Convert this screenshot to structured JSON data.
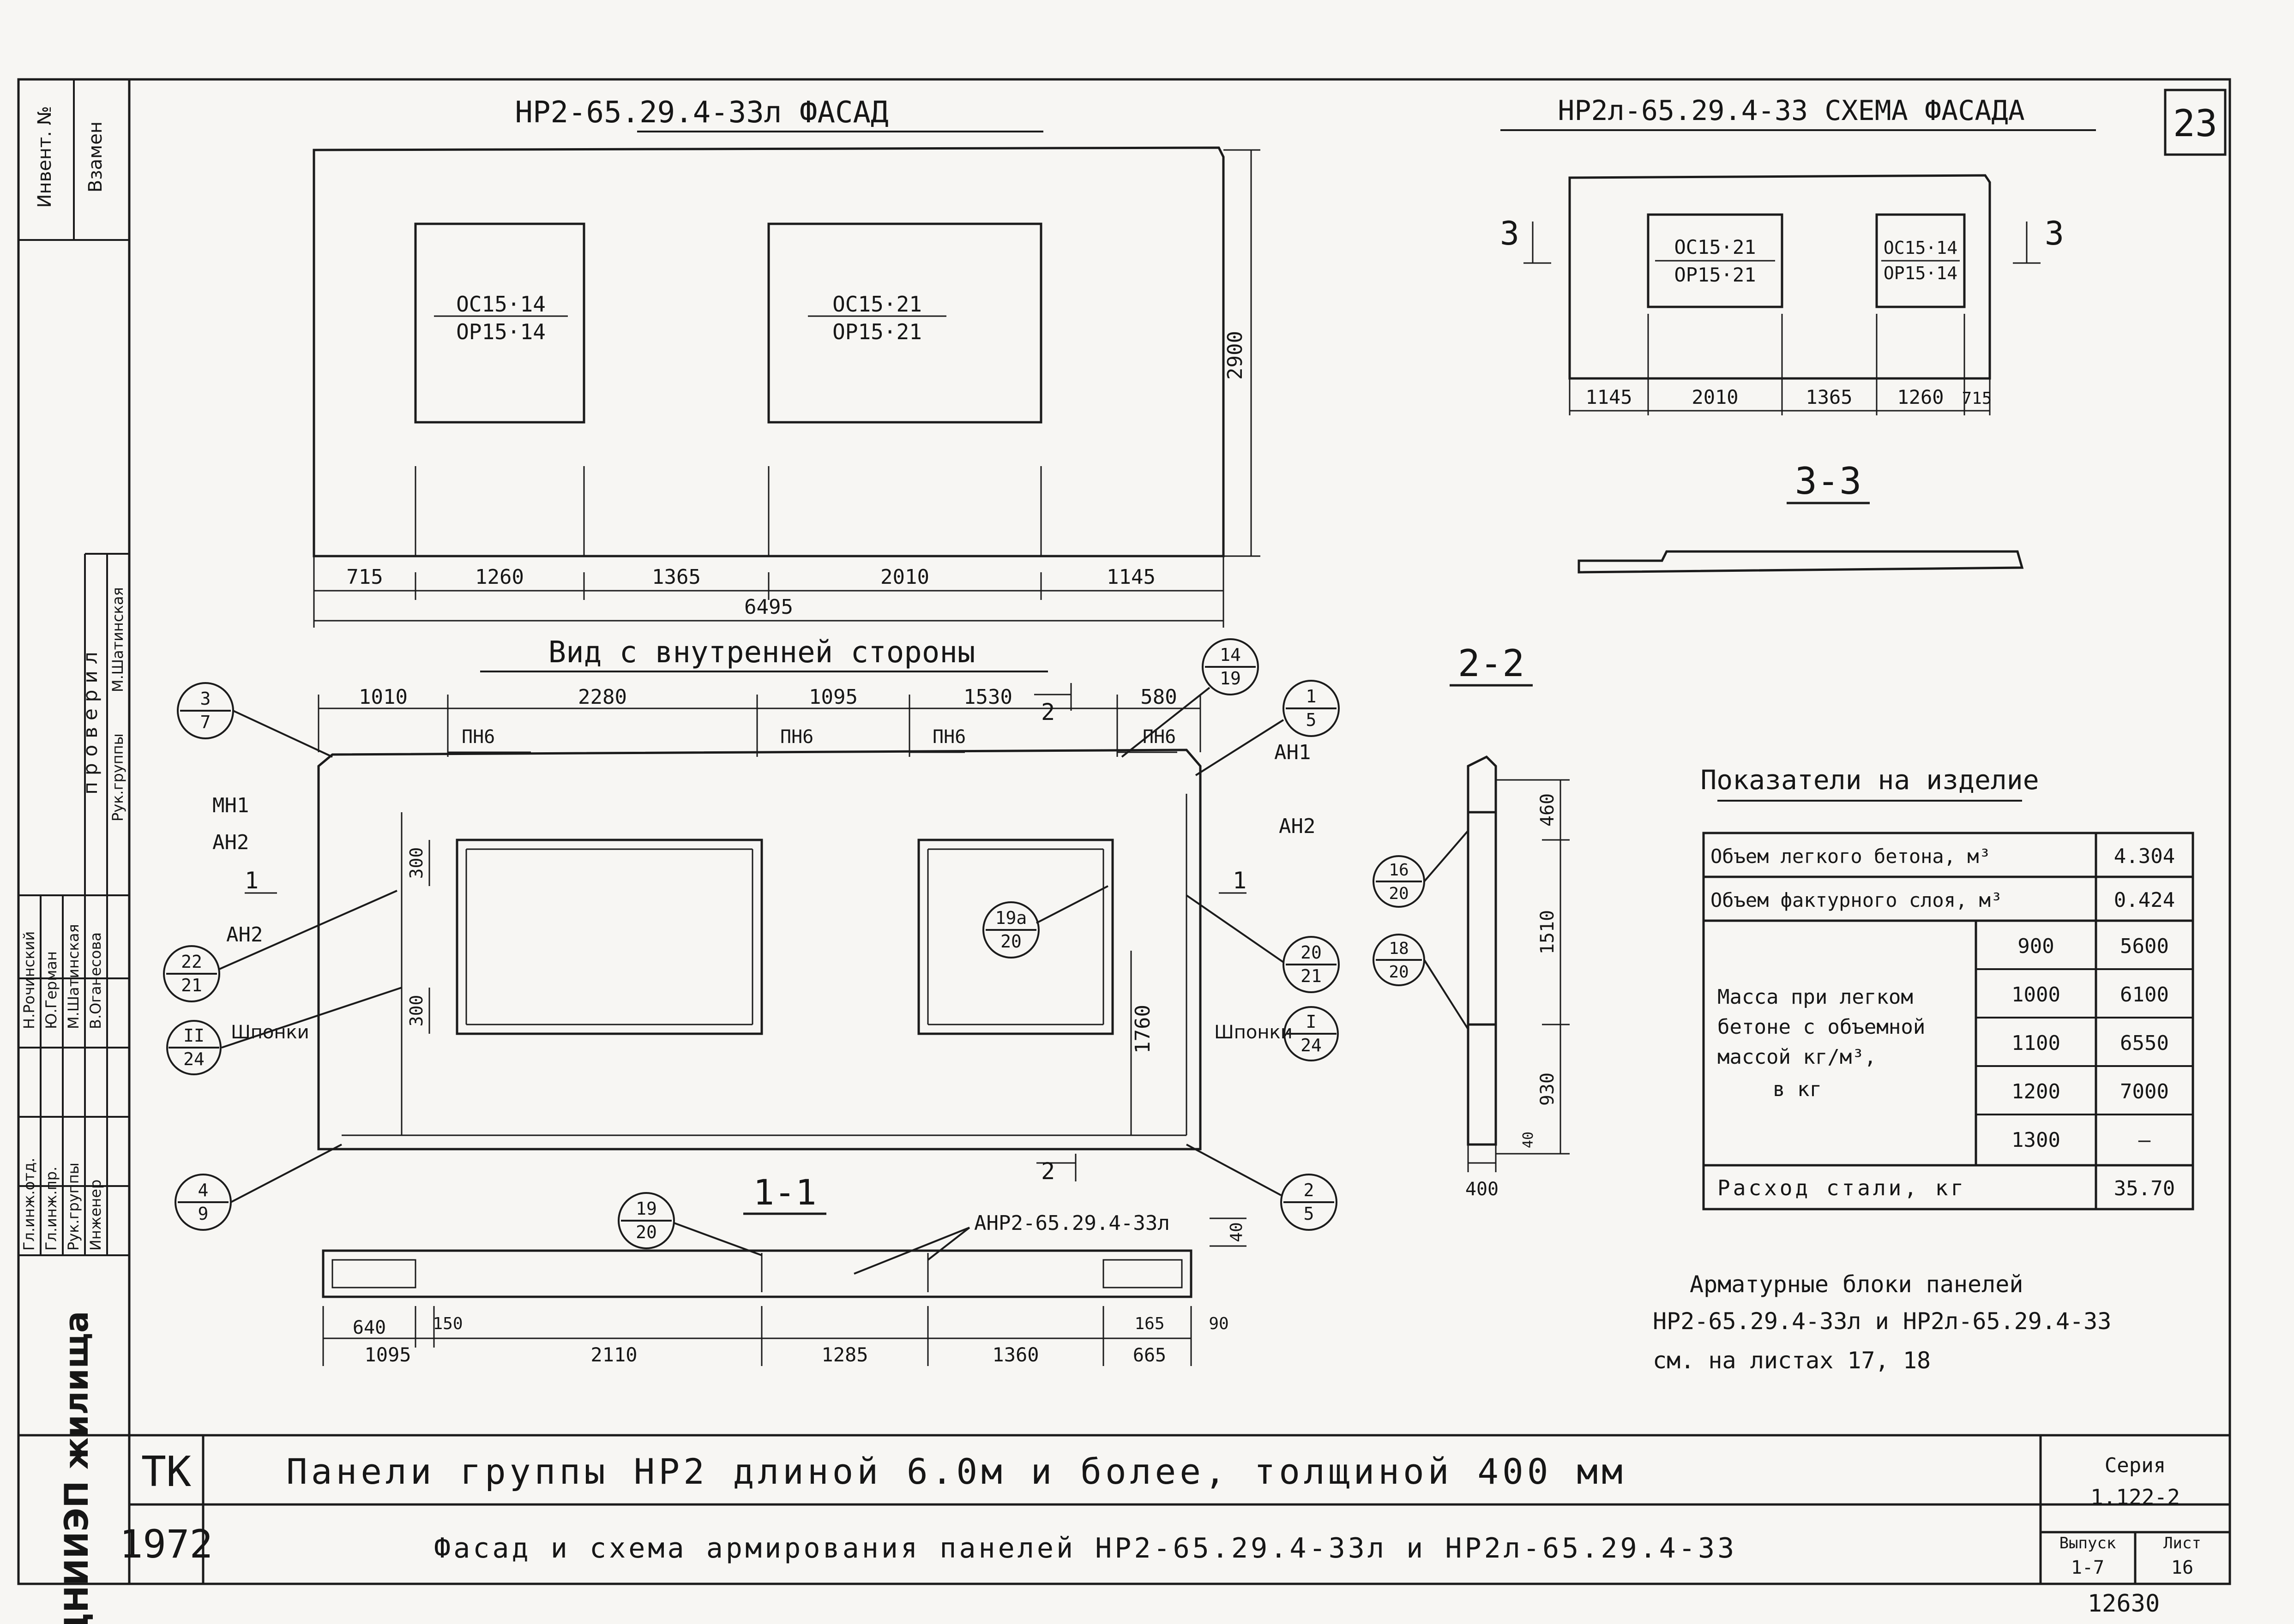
{
  "sheet": {
    "sheet_number": "23",
    "stamp": "12630",
    "inventory_labels": [
      "Инвент. №",
      "Взамен"
    ],
    "org_vertical": "ЦНИИЭП жилища",
    "check_title": "проверил",
    "personnel": [
      {
        "role": "Гл.инж.отд.",
        "name": "Н.Рочинский"
      },
      {
        "role": "Гл.инж.пр.",
        "name": "Ю.Герман"
      },
      {
        "role": "Рук.группы",
        "name": "М.Шатинская"
      },
      {
        "role": "Инженер",
        "name": "В.Оганесова"
      },
      {
        "role": "Рук.группы",
        "name": "М.Шатинская"
      }
    ]
  },
  "facade": {
    "title": "НР2-65.29.4-33л ФАСАД",
    "window_left_label_top": "ОС15·14",
    "window_left_label_bottom": "ОР15·14",
    "window_right_label_top": "ОС15·21",
    "window_right_label_bottom": "ОР15·21",
    "height_dim": "2900",
    "bottom_dims": [
      "715",
      "1260",
      "1365",
      "2010",
      "1145"
    ],
    "total_dim": "6495"
  },
  "schema": {
    "title": "НР2л-65.29.4-33 СХЕМА ФАСАДА",
    "win1_top": "ОС15·21",
    "win1_bottom": "ОР15·21",
    "win2_top": "ОС15·14",
    "win2_bottom": "ОР15·14",
    "section_mark": "3",
    "bottom_dims": [
      "1145",
      "2010",
      "1365",
      "1260",
      "715"
    ]
  },
  "section33": {
    "title": "3-3"
  },
  "section22": {
    "title": "2-2",
    "dims": [
      "460",
      "1510",
      "930",
      "40",
      "400"
    ],
    "callout_a_top": "16",
    "callout_a_bottom": "20",
    "callout_b_top": "18",
    "callout_b_bottom": "20"
  },
  "inner": {
    "title": "Вид с внутренней стороны",
    "top_dims": [
      "1010",
      "2280",
      "1095",
      "1530",
      "580"
    ],
    "pn_labels": [
      "ПН6",
      "ПН6",
      "ПН6",
      "ПН6"
    ],
    "section_mark": "2",
    "labels": {
      "mn1": "МН1",
      "an2_a": "АН2",
      "an2_b": "АН2",
      "an2_c": "АН2",
      "an1": "АН1",
      "shponki_left": "Шпонки",
      "shponki_right": "Шпонки",
      "dim_300a": "300",
      "dim_300b": "300",
      "dim_1760": "1760",
      "section_1": "1"
    },
    "callouts": [
      {
        "top": "3",
        "bottom": "7"
      },
      {
        "top": "14",
        "bottom": "19"
      },
      {
        "top": "1",
        "bottom": "5"
      },
      {
        "top": "22",
        "bottom": "21"
      },
      {
        "top": "II",
        "bottom": "24"
      },
      {
        "top": "19a",
        "bottom": "20"
      },
      {
        "top": "20",
        "bottom": "21"
      },
      {
        "top": "I",
        "bottom": "24"
      },
      {
        "top": "4",
        "bottom": "9"
      },
      {
        "top": "2",
        "bottom": "5"
      }
    ]
  },
  "section11": {
    "title": "1-1",
    "callout_top": "19",
    "callout_bottom": "20",
    "block_label": "АНР2-65.29.4-33л",
    "dims_top": [
      "640",
      "150",
      "165",
      "90"
    ],
    "dims_bottom": [
      "1095",
      "2110",
      "1285",
      "1360",
      "665"
    ],
    "dim_right": "40"
  },
  "indicators": {
    "title": "Показатели на изделие",
    "row_volume_light": {
      "label": "Объем легкого бетона, м³",
      "value": "4.304"
    },
    "row_volume_facing": {
      "label": "Объем фактурного слоя, м³",
      "value": "0.424"
    },
    "mass_label_lines": [
      "Масса при легком",
      "бетоне с объемной",
      "массой кг/м³,",
      "в кг"
    ],
    "mass_rows": [
      {
        "density": "900",
        "mass": "5600"
      },
      {
        "density": "1000",
        "mass": "6100"
      },
      {
        "density": "1100",
        "mass": "6550"
      },
      {
        "density": "1200",
        "mass": "7000"
      },
      {
        "density": "1300",
        "mass": "—"
      }
    ],
    "row_steel": {
      "label": "Расход стали, кг",
      "value": "35.70"
    }
  },
  "note": {
    "line1": "Арматурные блоки панелей",
    "line2": "НР2-65.29.4-33л и НР2л-65.29.4-33",
    "line3": "см. на листах 17, 18"
  },
  "title_block": {
    "code": "ТК",
    "year": "1972",
    "title_line1": "Панели группы НР2 длиной 6.0м и более, толщиной 400 мм",
    "title_line2": "Фасад и схема армирования панелей НР2-65.29.4-33л и НР2л-65.29.4-33",
    "series_label": "Серия",
    "series_value": "1.122-2",
    "issue_label": "Выпуск",
    "issue_value": "1-7",
    "sheet_label": "Лист",
    "sheet_value": "16"
  }
}
